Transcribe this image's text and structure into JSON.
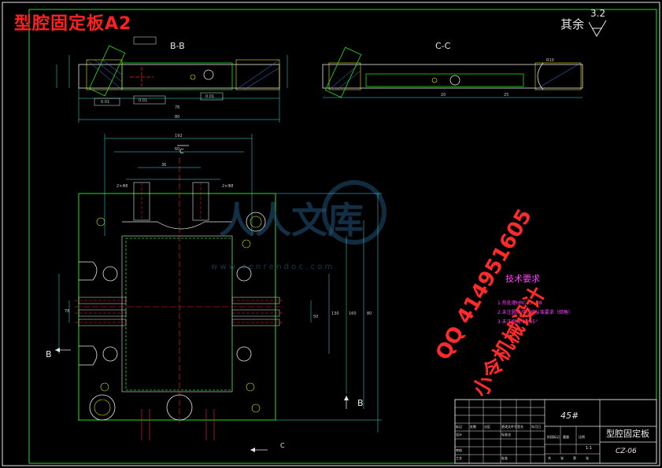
{
  "drawing": {
    "title": "型腔固定板A2",
    "roughness_prefix": "其余",
    "roughness_value": "3.2",
    "section_bb": "B-B",
    "section_cc": "C-C",
    "label_b": "B",
    "label_b2": "B",
    "label_c": "C",
    "label_c2": "C"
  },
  "tech_requirements": {
    "heading": "技术要求",
    "items": [
      "1.热处理HRC43~48",
      "2.未注圆角尺寸按标准要求（倒角）",
      "3.未注倒角 2×45°"
    ]
  },
  "watermark": {
    "brand": "人人文库",
    "url": "w w w . r e n r e n d o c . c o m"
  },
  "overlay": {
    "qq": "QQ 414951605",
    "studio": "小令机械设计"
  },
  "title_block": {
    "material": "45#",
    "part_name": "型腔固定板",
    "drawing_no": "CZ-06",
    "scale": "1:1",
    "cells": [
      "标记",
      "处数",
      "分区",
      "更改文件号",
      "签名",
      "年月日",
      "设计",
      "标准化",
      "审核",
      "工艺",
      "批准",
      "阶段标记",
      "重量",
      "比例",
      "共",
      "张",
      "第",
      "张"
    ]
  },
  "dimensions": {
    "top": [
      "192",
      "60",
      "36",
      "2×Φ8",
      "2×Φ8"
    ],
    "side": [
      "78",
      "50",
      "130",
      "160",
      "80"
    ],
    "bb": [
      "80",
      "76",
      "0.01",
      "0.01",
      "0.01"
    ],
    "cc": [
      "20",
      "25",
      "R10"
    ]
  },
  "colors": {
    "lines_main": "#e6e6e6",
    "lines_green": "#21e021",
    "center_red": "#ff2020",
    "hatch_blue": "#3c8cff",
    "yellow": "#e6e600",
    "magenta": "#ff40ff",
    "cyan_dim": "#40e0e0"
  }
}
